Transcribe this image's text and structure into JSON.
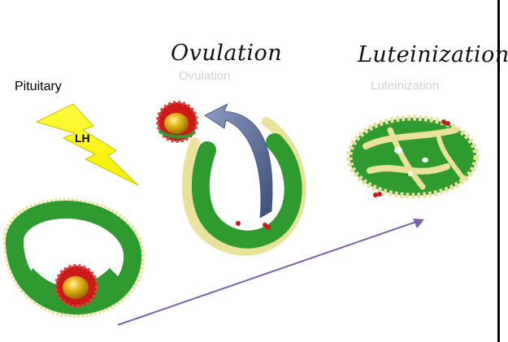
{
  "labels": {
    "ovulation_handwritten": "Ovulation",
    "ovulation_printed": "Ovulation",
    "luteinization_handwritten": "Luteinization",
    "luteinization_printed": "Luteinization",
    "pituitary": "Pituitary",
    "hormone": "LH"
  },
  "colors": {
    "granulosa_green": "#2f9a2f",
    "theca_cream": "#e9e29b",
    "cumulus_red": "#cc1a1a",
    "oocyte_gold": "#d8a60f",
    "lightning_yellow": "#fffb12",
    "curved_arrow_blue": "#4e5f8e",
    "timeline_arrow_purple": "#7a62a5",
    "background": "#ffffff"
  },
  "icons": {
    "lightning": "lightning-bolt-icon",
    "curved_arrow": "curved-arrow-icon",
    "timeline_arrow": "timeline-arrow-icon"
  }
}
